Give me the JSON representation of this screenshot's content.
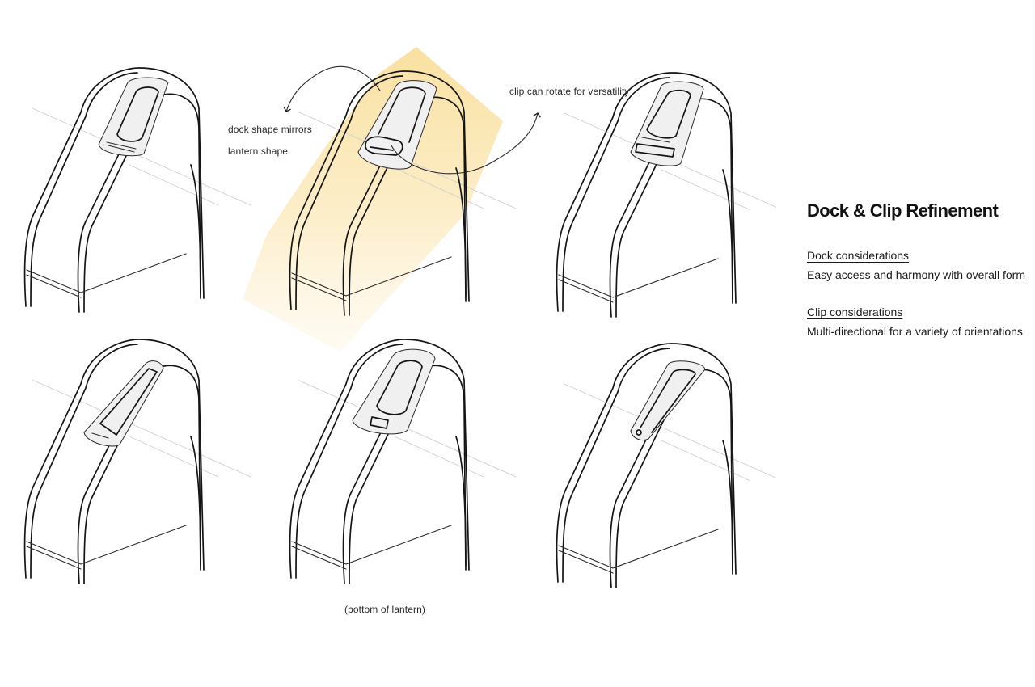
{
  "annotations": {
    "dock_note_line1": "dock shape mirrors",
    "dock_note_line2": "lantern shape",
    "clip_note": "clip can rotate for versatility",
    "bottom_note": "(bottom of lantern)"
  },
  "panel": {
    "title": "Dock & Clip Refinement",
    "sections": [
      {
        "heading": "Dock considerations",
        "body": "Easy access and harmony with overall form"
      },
      {
        "heading": "Clip considerations",
        "body": "Multi-directional for a variety of orientations"
      }
    ]
  },
  "sketches": [
    {
      "name": "sketch-concept-1",
      "dock": "rounded-rectangle",
      "highlight": false
    },
    {
      "name": "sketch-concept-2",
      "dock": "rounded-rectangle-swivel",
      "highlight": true
    },
    {
      "name": "sketch-concept-3",
      "dock": "rounded-rectangle-bar",
      "highlight": false
    },
    {
      "name": "sketch-concept-4",
      "dock": "triangle",
      "highlight": false
    },
    {
      "name": "sketch-concept-5",
      "dock": "rounded-loop",
      "highlight": false
    },
    {
      "name": "sketch-concept-6",
      "dock": "slanted-loop",
      "highlight": false
    }
  ],
  "colors": {
    "highlight": "#f8d98a",
    "ink": "#151515",
    "guide": "#cfcfcf"
  }
}
